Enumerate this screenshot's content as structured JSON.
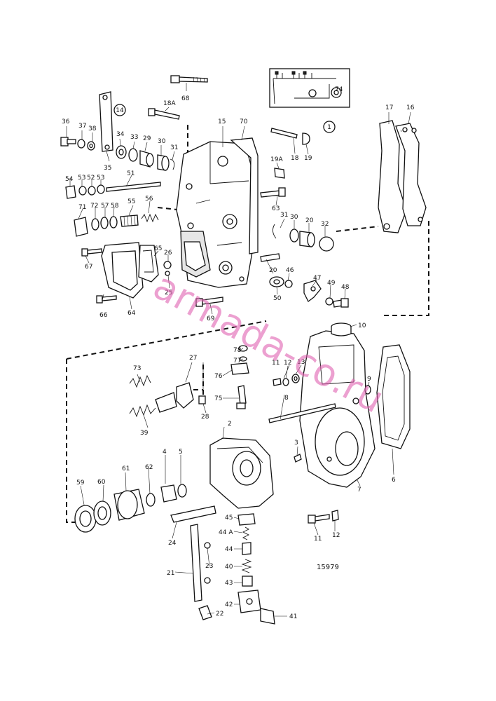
{
  "diagram": {
    "labels": [
      "1",
      "2",
      "3",
      "4",
      "5",
      "6",
      "7",
      "8",
      "9",
      "10",
      "11",
      "12",
      "13",
      "14",
      "15",
      "16",
      "17",
      "18",
      "18A",
      "19",
      "19A",
      "20",
      "21",
      "22",
      "23",
      "24",
      "25",
      "26",
      "27",
      "28",
      "29",
      "30",
      "31",
      "32",
      "33",
      "34",
      "35",
      "36",
      "37",
      "38",
      "39",
      "40",
      "41",
      "42",
      "43",
      "44",
      "44 A",
      "45",
      "46",
      "47",
      "48",
      "49",
      "50",
      "51",
      "52",
      "53",
      "54",
      "55",
      "56",
      "57",
      "58",
      "59",
      "60",
      "61",
      "62",
      "63",
      "64",
      "65",
      "66",
      "67",
      "68",
      "69",
      "70",
      "71",
      "72",
      "73",
      "74",
      "75",
      "76",
      "77",
      "78"
    ],
    "document_number": "15979",
    "watermark": "armada-co.ru"
  }
}
